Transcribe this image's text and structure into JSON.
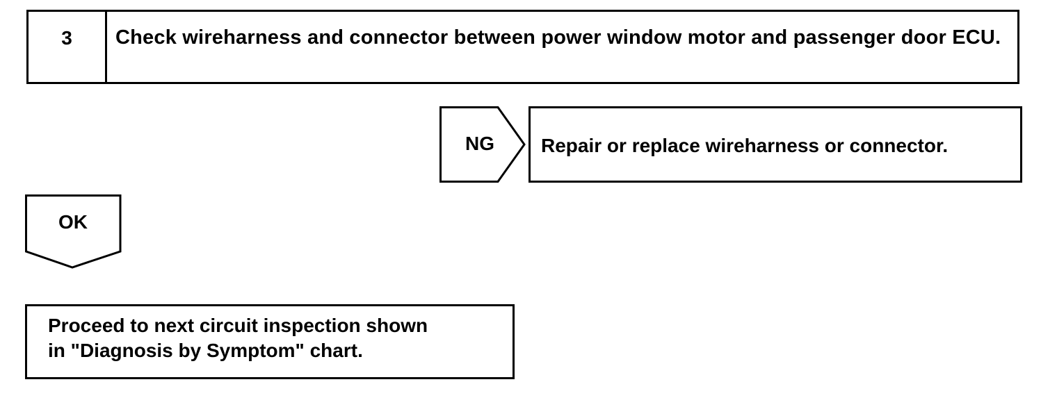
{
  "step": {
    "number": "3",
    "title": "Check wireharness and connector between power window motor and passenger door ECU."
  },
  "ng_branch": {
    "label": "NG",
    "action": "Repair or replace wireharness or connector."
  },
  "ok_branch": {
    "label": "OK",
    "action_line1": "Proceed to next circuit inspection shown",
    "action_line2": "in \"Diagnosis by Symptom\" chart."
  }
}
